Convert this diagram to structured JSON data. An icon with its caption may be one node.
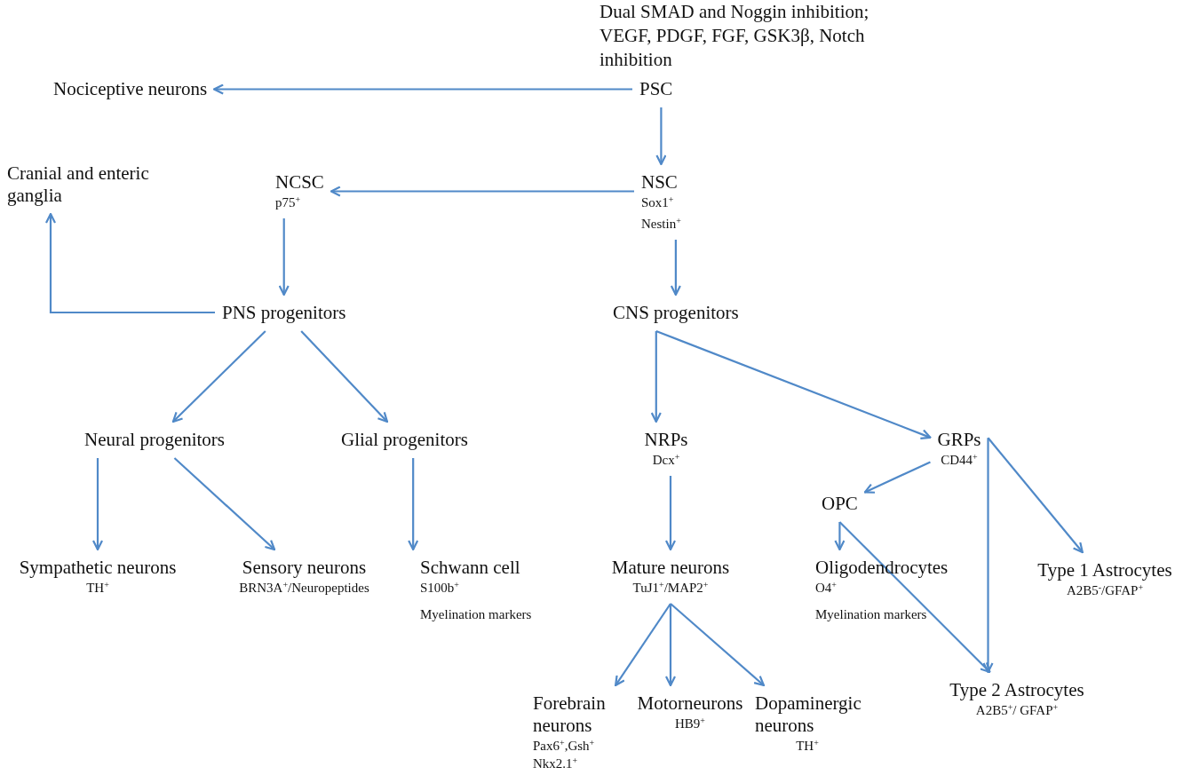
{
  "diagram": {
    "nodes": [
      {
        "text": [
          "PSC"
        ]
      },
      {
        "text": [
          "Nociceptive neurons"
        ]
      },
      {
        "text": [
          "NSC",
          "Sox1$^{+}$",
          "Nestin$^{+}$"
        ]
      },
      {
        "text": [
          "NCSC",
          "p75$^{+}$"
        ]
      },
      {
        "text": [
          "Cranial and enteric ganglia"
        ]
      },
      {
        "text": [
          "PNS progenitors"
        ]
      },
      {
        "text": [
          "CNS progenitors"
        ]
      },
      {
        "text": [
          "Neural progenitors"
        ]
      },
      {
        "text": [
          "Glial progenitors"
        ]
      },
      {
        "text": [
          "NRPs",
          "Dcx$^{+}$"
        ]
      },
      {
        "text": [
          "GRPs",
          "CD44$^{+}$"
        ]
      },
      {
        "text": [
          "OPC"
        ]
      },
      {
        "text": [
          "Sympathetic neurons",
          "TH$^{+}$"
        ]
      },
      {
        "text": [
          "Sensory neurons",
          "BRN3A$^{+}$/Neuropeptides"
        ]
      },
      {
        "text": [
          "Schwann cell",
          "S100b$^{+}$",
          "Myelination markers"
        ]
      },
      {
        "text": [
          "Mature neurons",
          "TuJ1$^{+}$/MAP2$^{+}$"
        ]
      },
      {
        "text": [
          "Oligodendrocytes",
          "O4$^{+}$",
          "Myelination markers"
        ]
      },
      {
        "text": [
          "Type 1 Astrocytes",
          "A2B5$^{-}$/GFAP$^{+}$"
        ]
      },
      {
        "text": [
          "Type 2 Astrocytes",
          "A2B5$^{+}$/ GFAP$^{+}$"
        ]
      },
      {
        "text": [
          "Forebrain neurons",
          "Pax6$^{+}$,Gsh$^{+}$",
          "Nkx2.1$^{+}$"
        ]
      },
      {
        "text": [
          "Motorneurons",
          "HB9$^{+}$"
        ]
      },
      {
        "text": [
          "Dopaminergic neurons",
          "TH$^{+}$"
        ]
      }
    ],
    "edges": [
      {
        "from": 0,
        "to": 1,
        "arrow": "to",
        "label": "Dual SMAD and Noggin inhibition; VEGF, PDGF, FGF, GSK3β, Notch inhibition"
      },
      {
        "from": 0,
        "to": 2,
        "arrow": "to"
      },
      {
        "from": 2,
        "to": 3,
        "arrow": "to"
      },
      {
        "from": 3,
        "to": 5,
        "arrow": "to"
      },
      {
        "from": 5,
        "to": 4,
        "arrow": "to"
      },
      {
        "from": 2,
        "to": 6,
        "arrow": "to"
      },
      {
        "from": 5,
        "to": 7,
        "arrow": "to"
      },
      {
        "from": 5,
        "to": 8,
        "arrow": "to"
      },
      {
        "from": 6,
        "to": 9,
        "arrow": "to"
      },
      {
        "from": 6,
        "to": 10,
        "arrow": "to"
      },
      {
        "from": 7,
        "to": 12,
        "arrow": "to"
      },
      {
        "from": 7,
        "to": 13,
        "arrow": "to"
      },
      {
        "from": 8,
        "to": 14,
        "arrow": "to"
      },
      {
        "from": 9,
        "to": 15,
        "arrow": "to"
      },
      {
        "from": 10,
        "to": 11,
        "arrow": "to"
      },
      {
        "from": 10,
        "to": 17,
        "arrow": "to"
      },
      {
        "from": 10,
        "to": 18,
        "arrow": "to"
      },
      {
        "from": 11,
        "to": 16,
        "arrow": "to"
      },
      {
        "from": 11,
        "to": 18,
        "arrow": "to"
      },
      {
        "from": 15,
        "to": 19,
        "arrow": "to"
      },
      {
        "from": 15,
        "to": 20,
        "arrow": "to"
      },
      {
        "from": 15,
        "to": 21,
        "arrow": "to"
      }
    ]
  }
}
